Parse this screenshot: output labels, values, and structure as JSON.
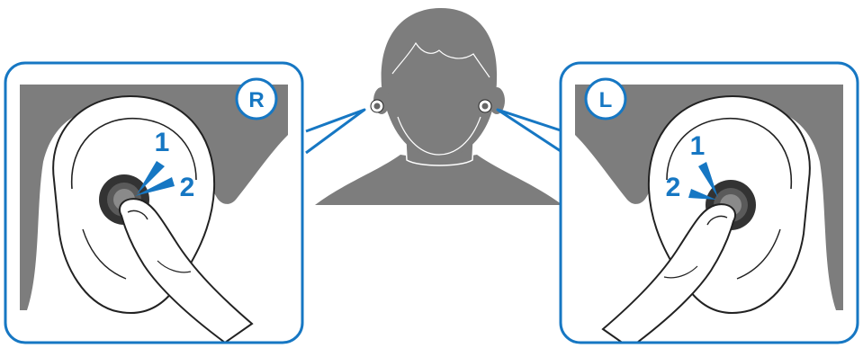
{
  "panels": {
    "right": {
      "badge": "R",
      "steps": [
        "1",
        "2"
      ]
    },
    "left": {
      "badge": "L",
      "steps": [
        "1",
        "2"
      ]
    }
  },
  "colors": {
    "accent": "#1677c3",
    "silhouette": "#7d7d7d",
    "ear_line": "#222222",
    "earbud_dark": "#333333",
    "earbud_mid": "#5a5a5a",
    "background": "#ffffff"
  },
  "icons": {
    "head": "person-head-icon",
    "finger": "pointing-finger-icon",
    "earbud": "earbud-icon",
    "arrow": "press-arrow-icon"
  }
}
